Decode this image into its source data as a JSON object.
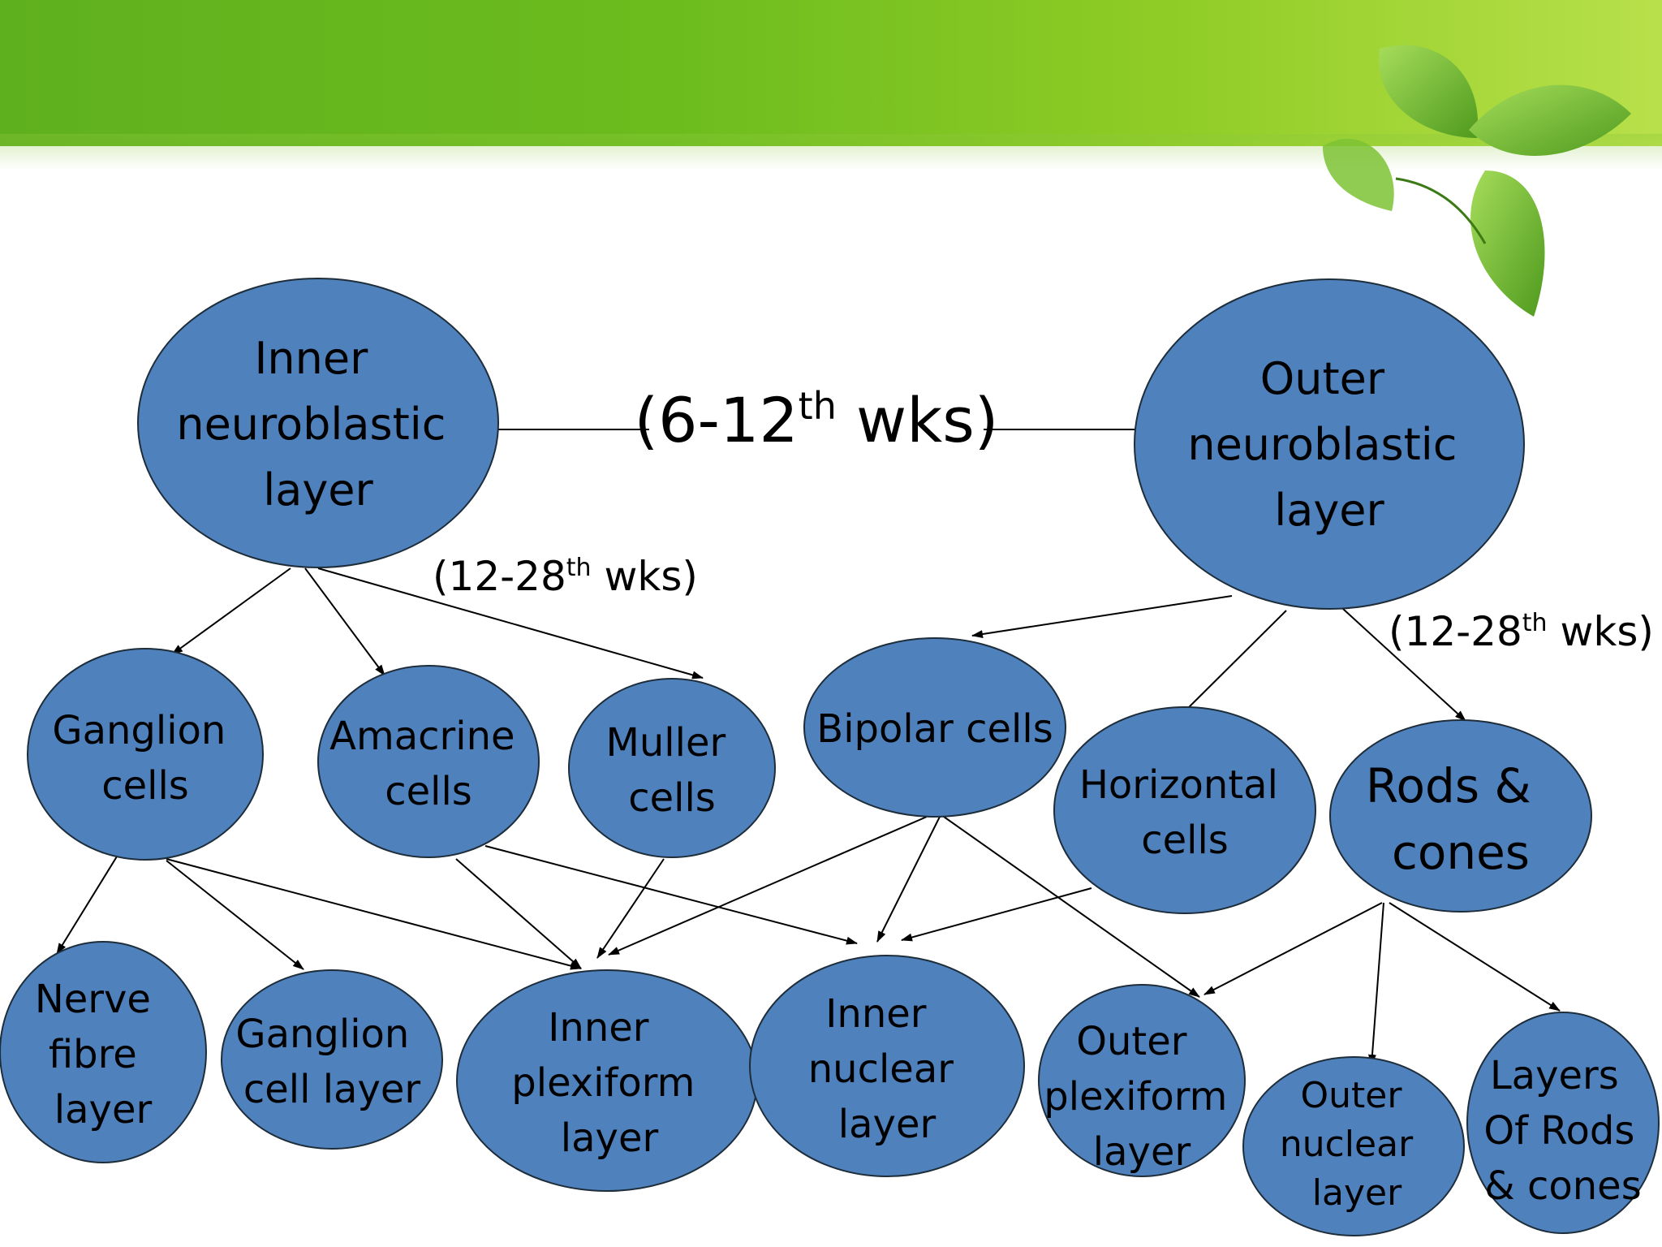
{
  "nodes": {
    "inner_neuroblastic": [
      "Inner",
      "neuroblastic",
      "layer"
    ],
    "outer_neuroblastic": [
      "Outer",
      "neuroblastic",
      "layer"
    ],
    "ganglion_cells": [
      "Ganglion",
      "cells"
    ],
    "amacrine_cells": [
      "Amacrine",
      "cells"
    ],
    "muller_cells": [
      "Muller",
      "cells"
    ],
    "bipolar_cells": [
      "Bipolar cells"
    ],
    "horizontal_cells": [
      "Horizontal",
      "cells"
    ],
    "rods_cones": [
      "Rods &",
      "cones"
    ],
    "nerve_fibre_layer": [
      "Nerve",
      "fibre",
      "layer"
    ],
    "ganglion_cell_layer": [
      "Ganglion",
      "cell layer"
    ],
    "inner_plexiform_layer": [
      "Inner",
      "plexiform",
      "layer"
    ],
    "inner_nuclear_layer": [
      "Inner",
      "nuclear",
      "layer"
    ],
    "outer_plexiform_layer": [
      "Outer",
      "plexiform",
      "layer"
    ],
    "outer_nuclear_layer": [
      "Outer",
      "nuclear",
      "layer"
    ],
    "layers_rods_cones": [
      "Layers",
      "Of Rods",
      "& cones"
    ]
  },
  "timings": {
    "top": {
      "prefix": "(6-12",
      "sup": "th",
      "suffix": " wks)"
    },
    "inner": {
      "prefix": "(12-28",
      "sup": "th",
      "suffix": " wks)"
    },
    "outer": {
      "prefix": "(12-28",
      "sup": "th",
      "suffix": " wks)"
    }
  },
  "edges": [
    [
      "inner_neuroblastic",
      "ganglion_cells"
    ],
    [
      "inner_neuroblastic",
      "amacrine_cells"
    ],
    [
      "inner_neuroblastic",
      "muller_cells"
    ],
    [
      "outer_neuroblastic",
      "bipolar_cells"
    ],
    [
      "outer_neuroblastic",
      "horizontal_cells"
    ],
    [
      "outer_neuroblastic",
      "rods_cones"
    ],
    [
      "ganglion_cells",
      "nerve_fibre_layer"
    ],
    [
      "ganglion_cells",
      "ganglion_cell_layer"
    ],
    [
      "ganglion_cells",
      "inner_plexiform_layer"
    ],
    [
      "amacrine_cells",
      "inner_plexiform_layer"
    ],
    [
      "amacrine_cells",
      "inner_nuclear_layer"
    ],
    [
      "muller_cells",
      "inner_plexiform_layer"
    ],
    [
      "bipolar_cells",
      "inner_plexiform_layer"
    ],
    [
      "bipolar_cells",
      "inner_nuclear_layer"
    ],
    [
      "bipolar_cells",
      "outer_plexiform_layer"
    ],
    [
      "horizontal_cells",
      "inner_nuclear_layer"
    ],
    [
      "rods_cones",
      "outer_plexiform_layer"
    ],
    [
      "rods_cones",
      "outer_nuclear_layer"
    ],
    [
      "rods_cones",
      "layers_rods_cones"
    ]
  ],
  "colors": {
    "node_fill": "#4f81bd",
    "node_stroke": "#1e2d3a",
    "banner": "#6cbc1e"
  }
}
